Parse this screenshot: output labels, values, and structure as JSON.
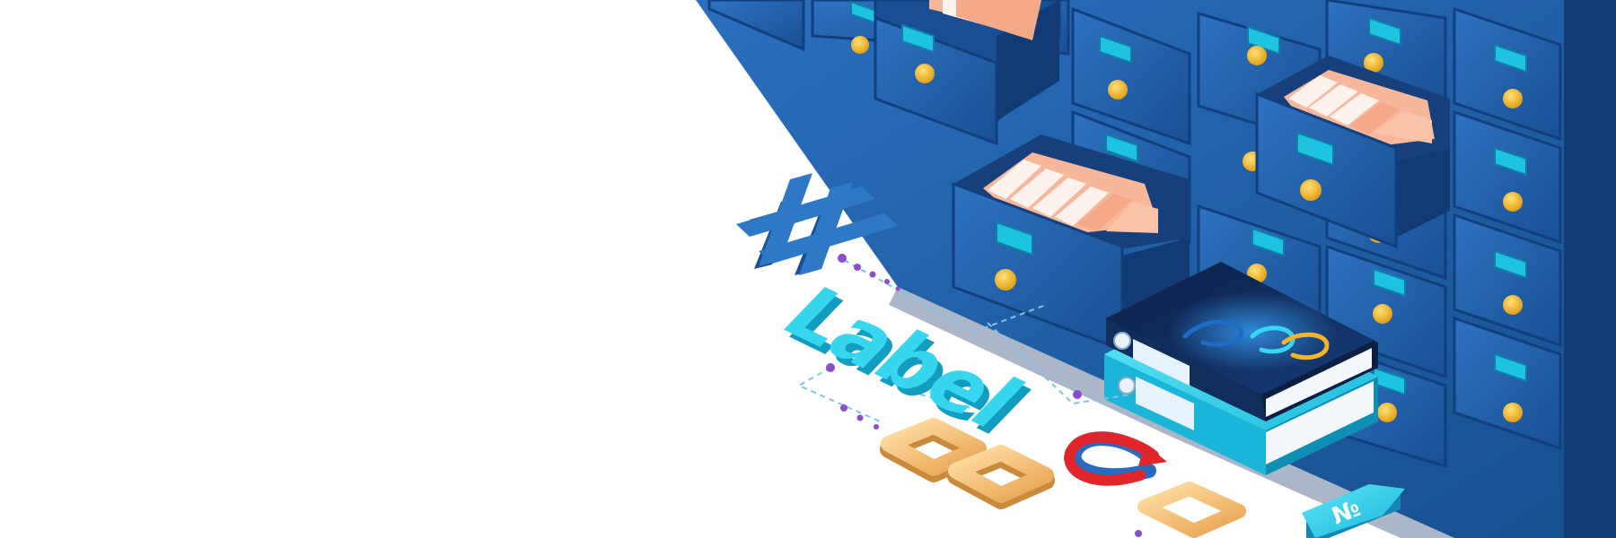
{
  "scene": {
    "label_word": "Label",
    "hash_symbol": "#",
    "tag_text": "№",
    "colors": {
      "background": "#ffffff",
      "cabinet_front": "#1d5ca6",
      "cabinet_side": "#143f7e",
      "cabinet_top": "#2a74c4",
      "drawer_label": "#1ec3e0",
      "knob": "#f2b21b",
      "folder_paper": "#f7b79a",
      "folder_white": "#fdf2ec",
      "binder_dark": "#0d2a57",
      "binder_cyan": "#1ab5d8",
      "label_cyan": "#35d6ee",
      "hash_blue": "#2e78c6",
      "chain_gold": "#f0b46a",
      "refresh_red": "#e0262a",
      "refresh_blue": "#2a6ac0",
      "dot_purple": "#8a4dcb",
      "dashed_line": "#7fc4e8"
    },
    "icons": [
      "hashtag-icon",
      "label-text",
      "chain-link-icon",
      "refresh-link-icon",
      "number-tag-icon",
      "paperclip-icon",
      "binder-icon",
      "file-cabinet"
    ]
  }
}
